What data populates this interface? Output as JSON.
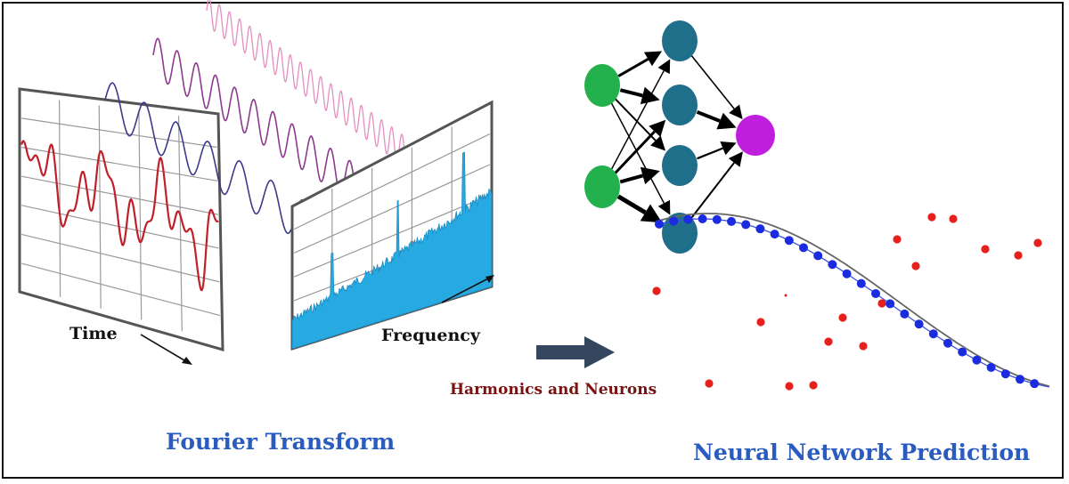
{
  "labels": {
    "time": "Time",
    "frequency": "Frequency",
    "arrow_caption": "Harmonics and Neurons",
    "left_title": "Fourier Transform",
    "right_title": "Neural Network Prediction"
  },
  "colors": {
    "title": "#2a5bbf",
    "caption": "#7a1212",
    "input_node": "#22b14c",
    "hidden_node": "#1f6f8b",
    "output_node": "#c01fe0",
    "spectrum": "#27a9e1",
    "signal": "#c0202a",
    "prediction_dots": "#1a2be0",
    "data_dots": "#e8201c"
  },
  "neural_network": {
    "layers": [
      {
        "name": "input",
        "nodes": 2
      },
      {
        "name": "hidden",
        "nodes": 4
      },
      {
        "name": "output",
        "nodes": 1
      }
    ]
  }
}
